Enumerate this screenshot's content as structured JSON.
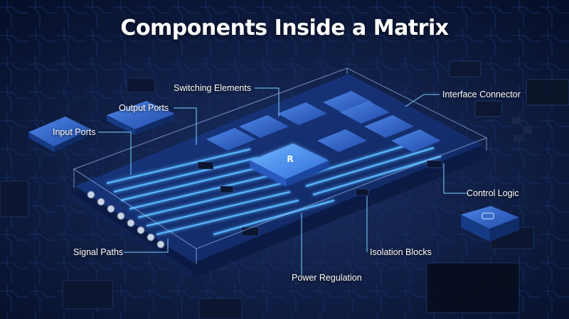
{
  "title": "Components Inside a Matrix",
  "labels": {
    "switching_elements": "Switching Elements",
    "output_ports": "Output Ports",
    "input_ports": "Input Ports",
    "interface_connector": "Interface Connector",
    "control_logic": "Control Logic",
    "signal_paths": "Signal Paths",
    "isolation_blocks": "Isolation Blocks",
    "power_regulation": "Power Regulation"
  },
  "colors": {
    "background": "#0b1530",
    "board": "#12285c",
    "chip": "#2f63c9",
    "glow": "#59b8ff",
    "leader": "#7fd3ff"
  }
}
